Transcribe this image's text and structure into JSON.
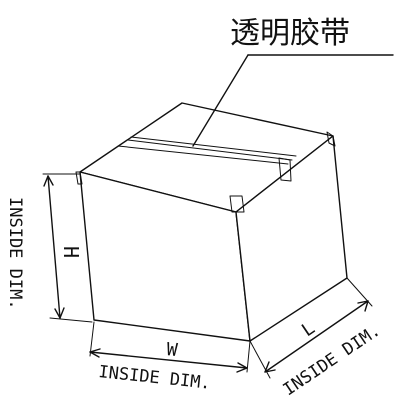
{
  "labels": {
    "tape": "透明胶带",
    "height_letter": "H",
    "width_letter": "W",
    "length_letter": "L",
    "height_inside": "INSIDE DIM.",
    "width_inside": "INSIDE DIM.",
    "length_inside": "INSIDE DIM."
  }
}
